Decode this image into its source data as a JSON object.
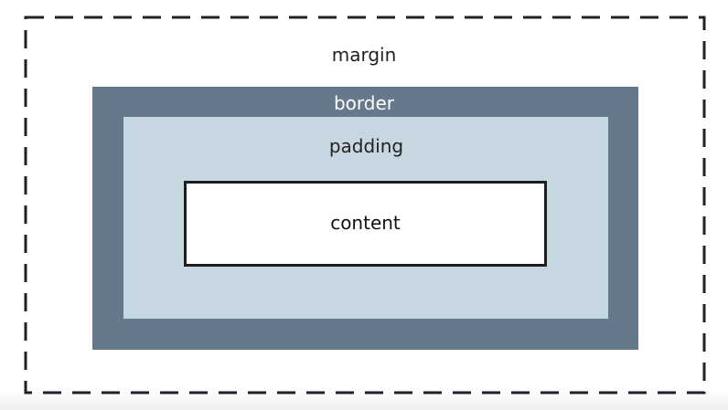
{
  "diagram": {
    "margin_label": "margin",
    "border_label": "border",
    "padding_label": "padding",
    "content_label": "content"
  },
  "colors": {
    "margin_dash": "#1f2328",
    "border": "#66788c",
    "padding": "#c7d7e1",
    "content": "#ffffff",
    "content_outline": "#1e1e1e"
  }
}
